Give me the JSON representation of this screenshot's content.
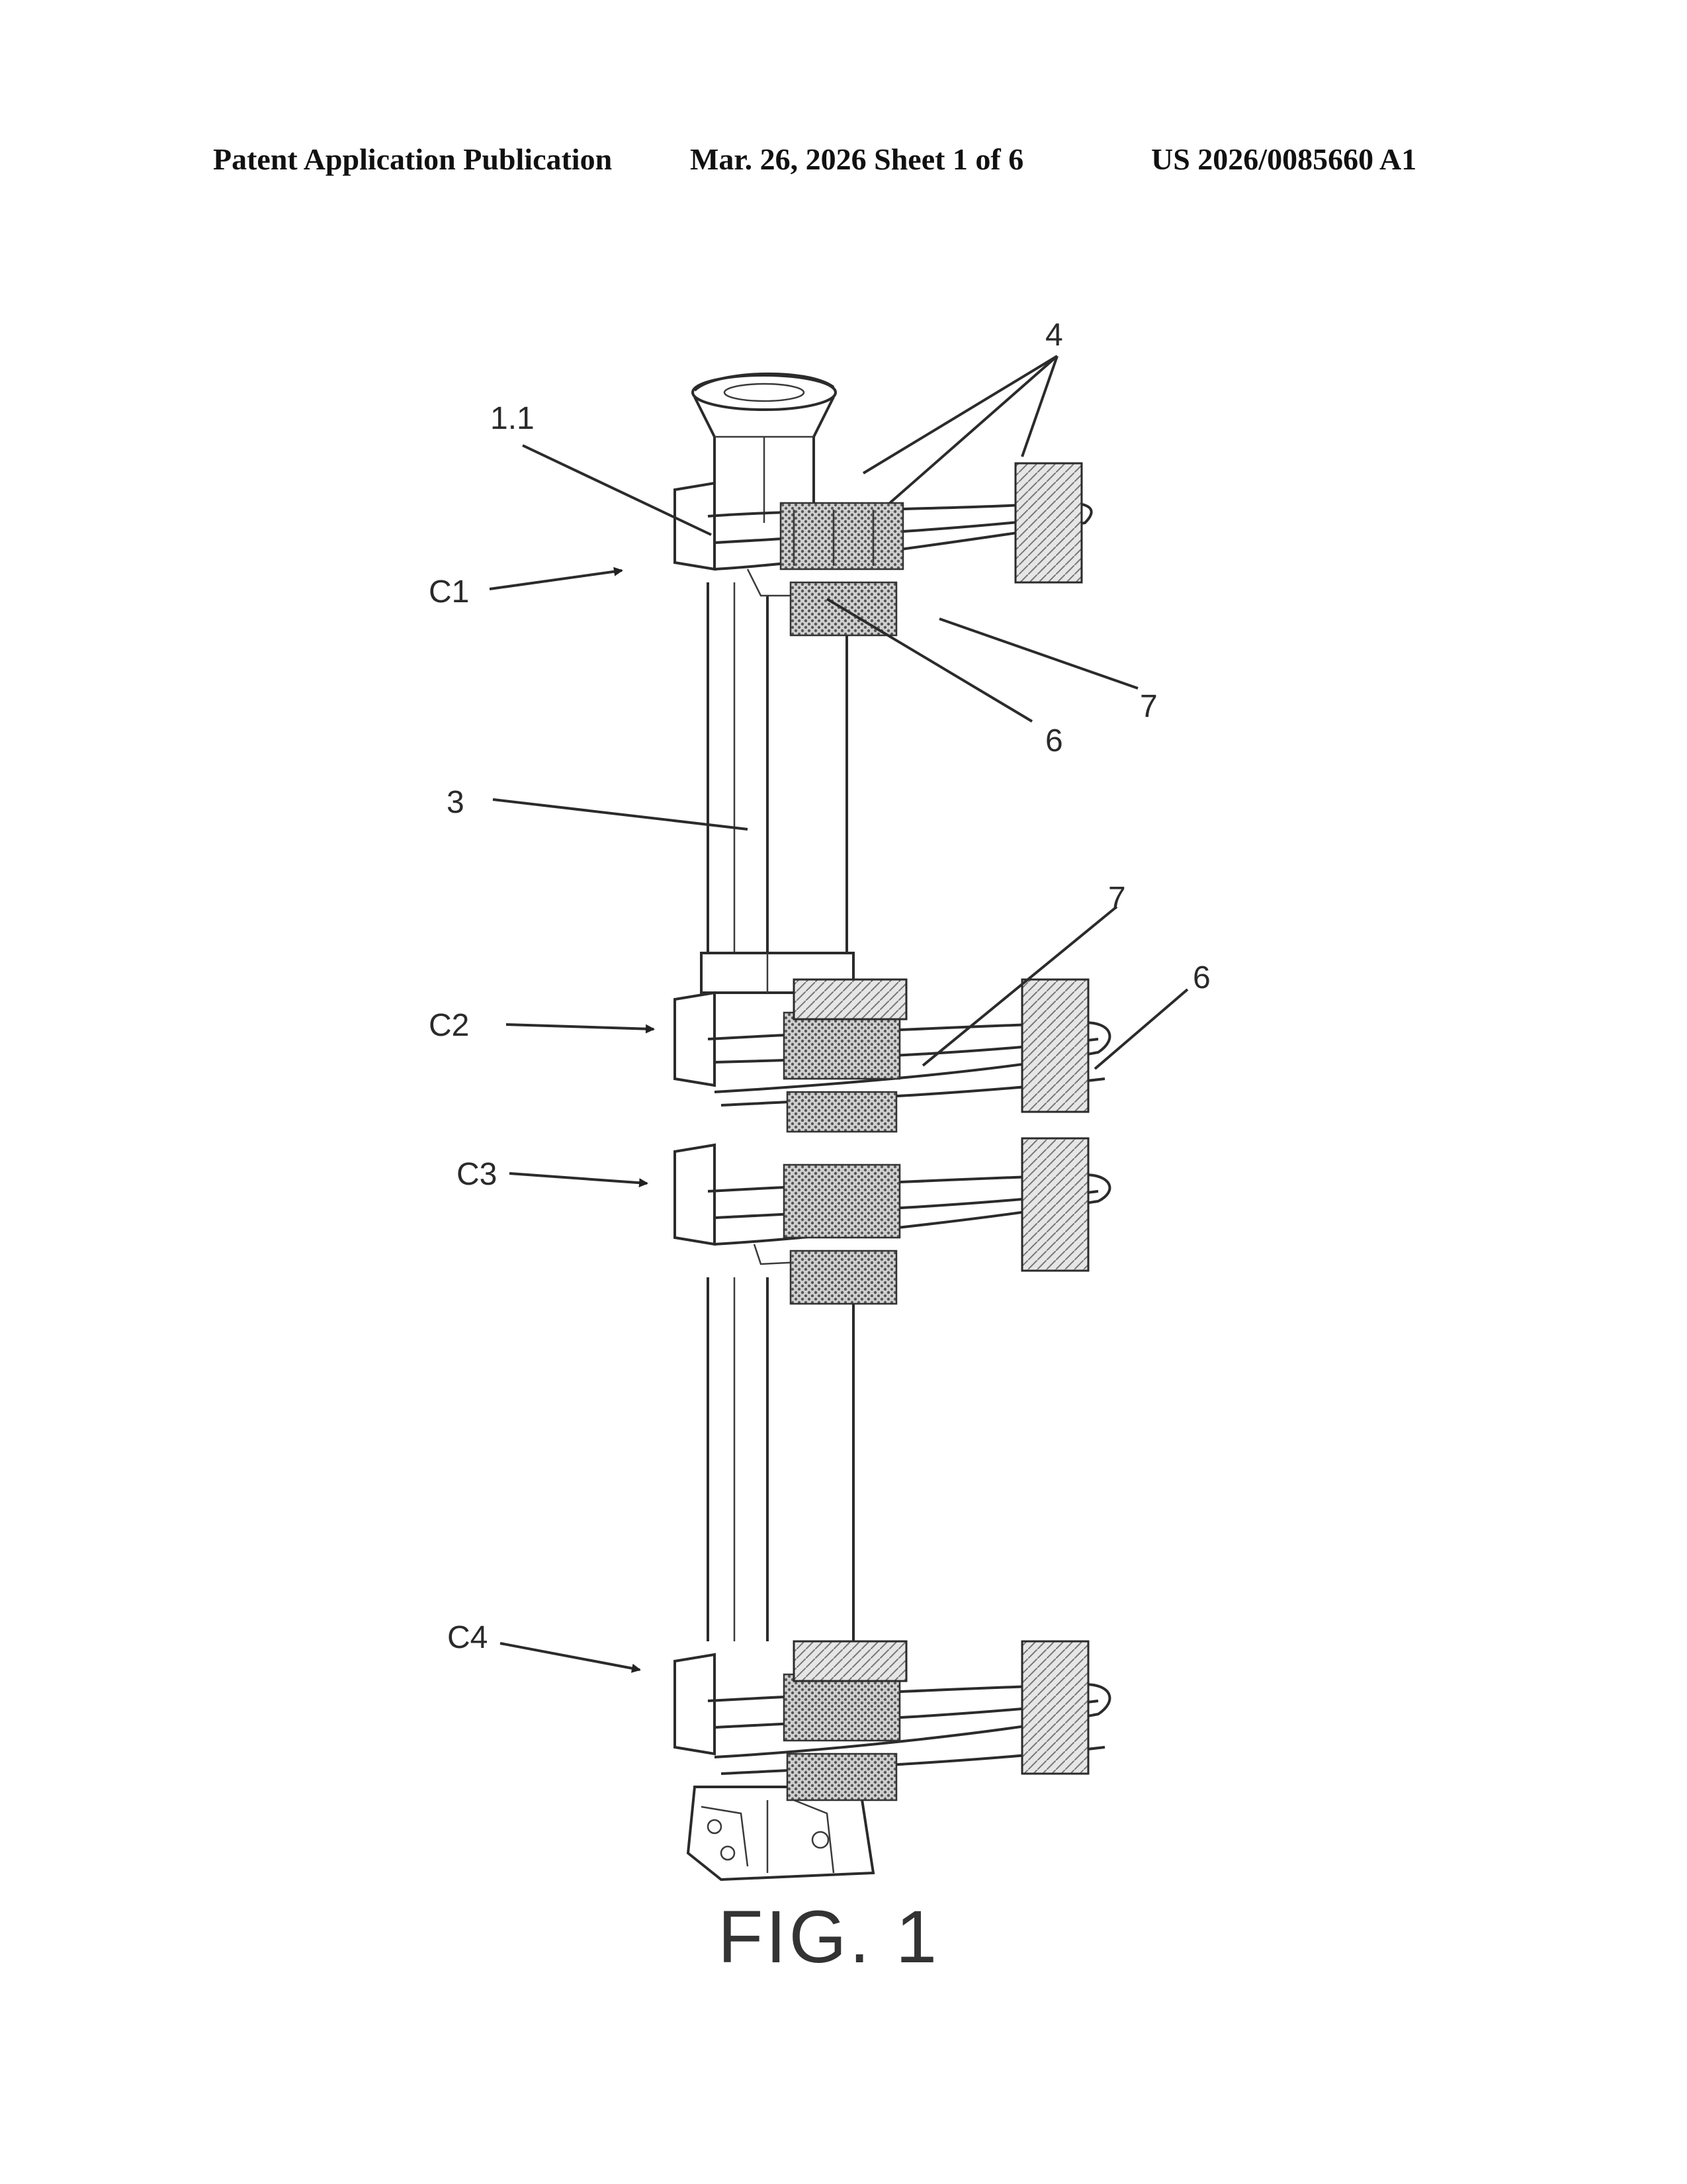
{
  "header": {
    "title": "Patent Application Publication",
    "date_sheet": "Mar. 26, 2026  Sheet 1 of 6",
    "number": "US 2026/0085660 A1"
  },
  "figure": {
    "caption": "FIG. 1",
    "labels": {
      "ref_4": "4",
      "ref_1_1": "1.1",
      "ref_c1": "C1",
      "ref_7_top": "7",
      "ref_6_top": "6",
      "ref_3": "3",
      "ref_7_mid": "7",
      "ref_6_mid": "6",
      "ref_c2": "C2",
      "ref_c3": "C3",
      "ref_c4": "C4"
    }
  }
}
